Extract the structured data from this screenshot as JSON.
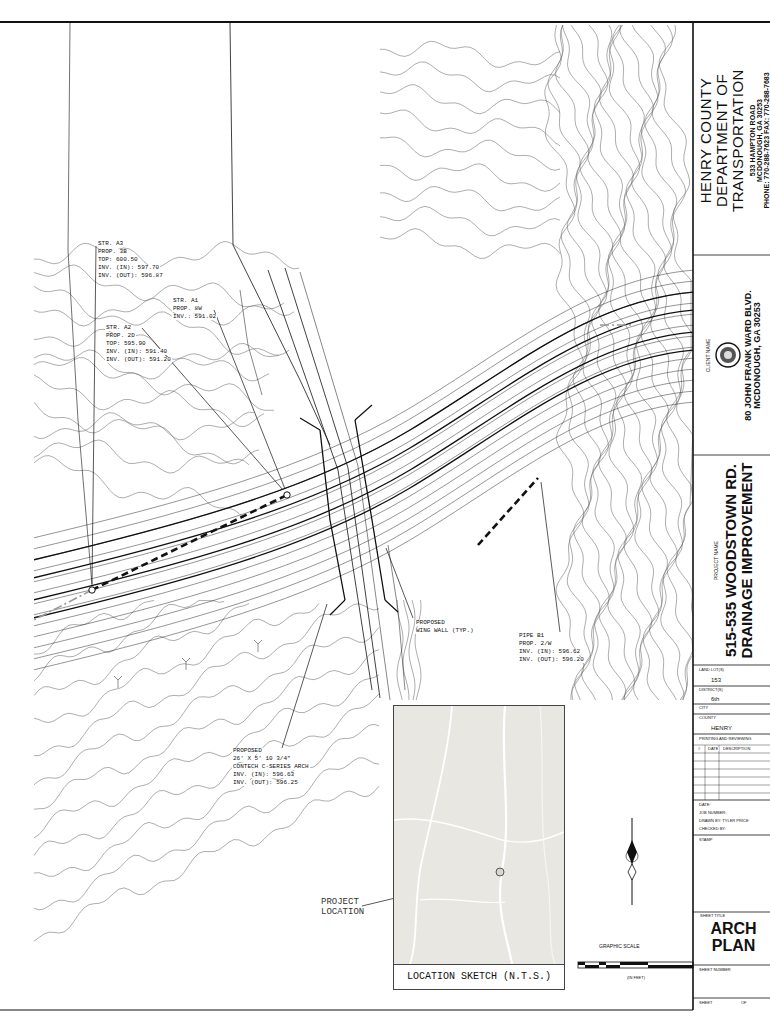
{
  "diagram": {
    "nodes": [
      {
        "text": [
          "HENRY COUNTY DEPARTMENT OF TRANSPORTATION",
          "533 HAMPTON ROAD",
          "MCDONOUGH, GA 30253",
          "PHONE: 770-288-7623 FAX: 770-288-7683"
        ]
      },
      {
        "text": [
          "CLIENT NAME",
          "80 JOHN FRANK WARD BLVD. MCDONOUGH, GA 30253"
        ]
      },
      {
        "text": [
          "PROJECT NAME",
          "515-535 WOODSTOWN RD. DRAINAGE IMPROVEMENT"
        ]
      },
      {
        "text": [
          "SHEET TITLE",
          "ARCH PLAN"
        ]
      },
      {
        "text": [
          "LOCATION SKETCH (N.T.S.)"
        ]
      }
    ],
    "labels": [
      "STR. A3",
      "PROP. 3B",
      "TOP: 600.50",
      "INV. (IN): 597.70",
      "INV. (OUT): 596.87",
      "STR. A1",
      "PROP. 8W",
      "INV.: 591.02",
      "STR. A2",
      "PROP. 2D",
      "TOP: 595.90",
      "INV. (IN): 591.40",
      "INV. (OUT): 591.20",
      "PROPOSED",
      "WING WALL (TYP.)",
      "PIPE B1",
      "PROP. 2/W",
      "INV. (IN): 596.62",
      "INV. (OUT): 596.20",
      "PROPOSED",
      "26' X 5' 10 3/4\"",
      "CONTECH C-SERIES ARCH",
      "INV. (IN): 596.63",
      "INV. (OUT): 596.25",
      "PROJECT",
      "LOCATION",
      "GRAPHIC SCALE",
      "(IN FEET)",
      "LAND LOT(S)",
      "153",
      "DISTRICT(S)",
      "6th",
      "CITY",
      "COUNTY",
      "HENRY",
      "PRINTING AND REVIEWING",
      "#",
      "DATE",
      "DESCRIPTION",
      "DATE:",
      "JOB NUMBER:",
      "DRAWN BY: TYLER PRICE",
      "CHECKED BY:",
      "STAMP",
      "SHEET NUMBER",
      "SHEET",
      "OF"
    ]
  }
}
